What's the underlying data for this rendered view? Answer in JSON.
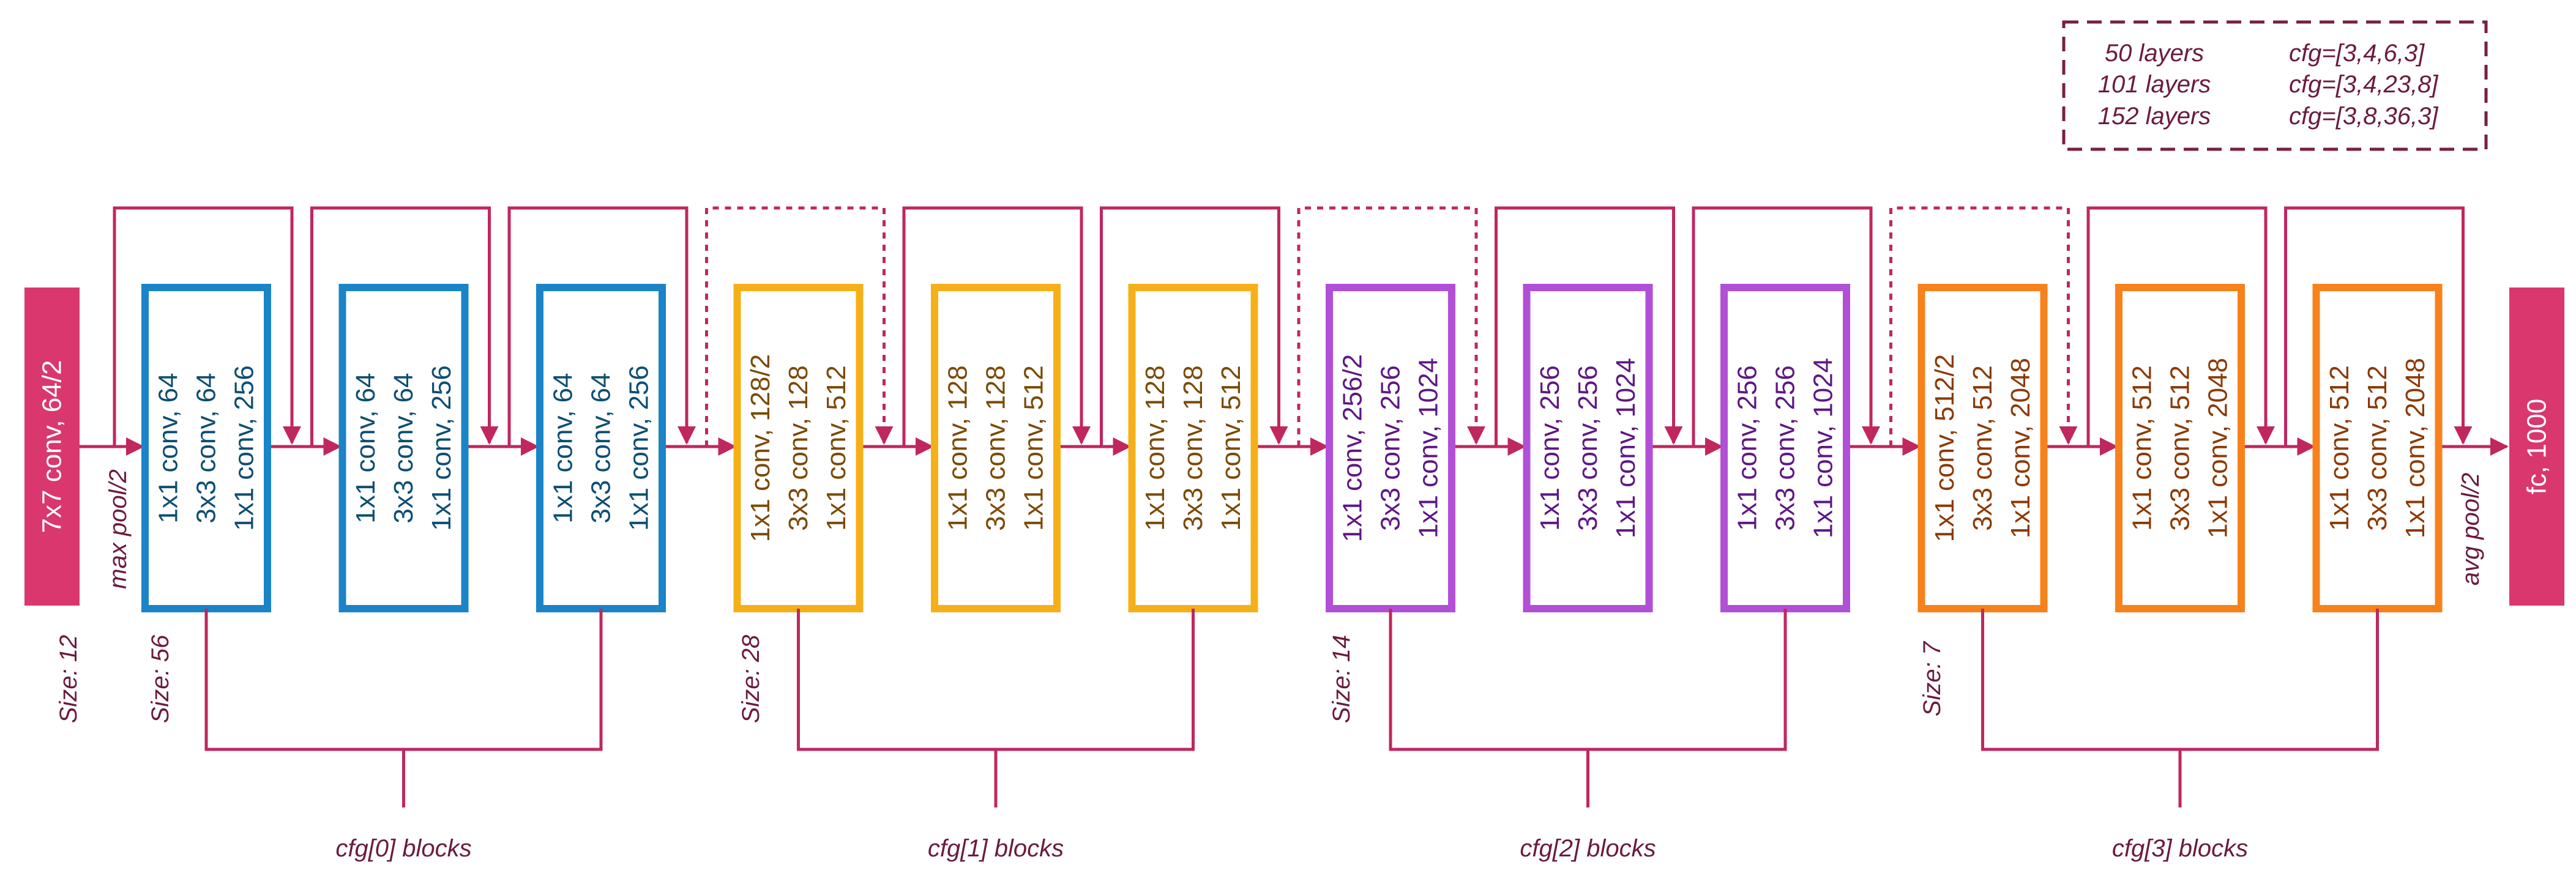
{
  "colors": {
    "connector": "#c0275f",
    "side_box": "#d9376e",
    "group0_border": "#1a84c7",
    "group0_text": "#0e4e73",
    "group1_border": "#f5b019",
    "group1_text": "#7a4a06",
    "group2_border": "#b14fd6",
    "group2_text": "#5e1784",
    "group3_border": "#f7821b",
    "group3_text": "#8b3a06",
    "annotation_text": "#6b1b3e"
  },
  "legend": {
    "rows": [
      {
        "layers": "50 layers",
        "cfg": "cfg=[3,4,6,3]"
      },
      {
        "layers": "101 layers",
        "cfg": "cfg=[3,4,23,8]"
      },
      {
        "layers": "152 layers",
        "cfg": "cfg=[3,8,36,3]"
      }
    ]
  },
  "input_box": {
    "label": "7x7 conv, 64/2"
  },
  "output_box": {
    "label": "fc, 1000"
  },
  "labels": {
    "max_pool": "max pool/2",
    "avg_pool": "avg pool/2"
  },
  "sizes": [
    "Size: 12",
    "Size: 56",
    "Size: 28",
    "Size: 14",
    "Size: 7"
  ],
  "groups": [
    {
      "caption": "cfg[0] blocks",
      "blocks": [
        [
          "1x1 conv, 64",
          "3x3 conv, 64",
          "1x1 conv, 256"
        ],
        [
          "1x1 conv, 64",
          "3x3 conv, 64",
          "1x1 conv, 256"
        ],
        [
          "1x1 conv, 64",
          "3x3 conv, 64",
          "1x1 conv, 256"
        ]
      ]
    },
    {
      "caption": "cfg[1] blocks",
      "blocks": [
        [
          "1x1 conv, 128/2",
          "3x3 conv, 128",
          "1x1 conv, 512"
        ],
        [
          "1x1 conv, 128",
          "3x3 conv, 128",
          "1x1 conv, 512"
        ],
        [
          "1x1 conv, 128",
          "3x3 conv, 128",
          "1x1 conv, 512"
        ]
      ]
    },
    {
      "caption": "cfg[2] blocks",
      "blocks": [
        [
          "1x1 conv, 256/2",
          "3x3 conv, 256",
          "1x1 conv, 1024"
        ],
        [
          "1x1 conv, 256",
          "3x3 conv, 256",
          "1x1 conv, 1024"
        ],
        [
          "1x1 conv, 256",
          "3x3 conv, 256",
          "1x1 conv, 1024"
        ]
      ]
    },
    {
      "caption": "cfg[3] blocks",
      "blocks": [
        [
          "1x1 conv, 512/2",
          "3x3 conv, 512",
          "1x1 conv, 2048"
        ],
        [
          "1x1 conv, 512",
          "3x3 conv, 512",
          "1x1 conv, 2048"
        ],
        [
          "1x1 conv, 512",
          "3x3 conv, 512",
          "1x1 conv, 2048"
        ]
      ]
    }
  ]
}
